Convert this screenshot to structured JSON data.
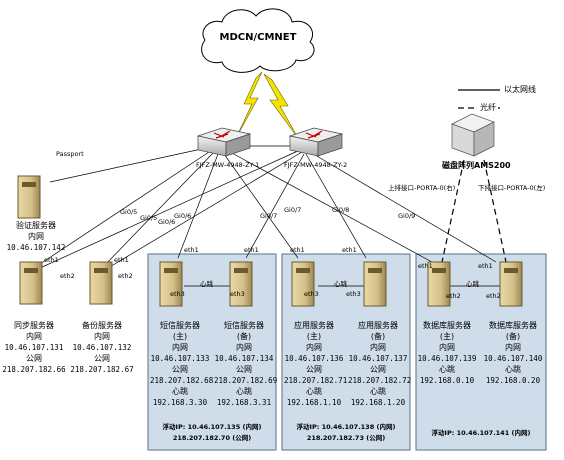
{
  "cloud": {
    "label": "MDCN/CMNET"
  },
  "legend": {
    "ethernet": "以太网线",
    "fiber": "光纤"
  },
  "switches": {
    "left": "FJFZ-MW-4948-ZY-1",
    "right": "FJFZ-MW-4948-ZY-2"
  },
  "storage": {
    "label": "磁盘阵列AMS200",
    "link_left": "上排接口-PORTA-0(右)",
    "link_right": "下排接口-PORTA-0(左)"
  },
  "auth_server": {
    "name": "验证服务器",
    "net": "内网",
    "ip": "10.46.107.142",
    "link_label": "Passport"
  },
  "sync_server": {
    "name": "同步服务器",
    "inner": "内网",
    "inner_ip": "10.46.107.131",
    "public": "公网",
    "public_ip": "218.207.182.66"
  },
  "backup_server": {
    "name": "备份服务器",
    "inner": "内网",
    "inner_ip": "10.46.107.132",
    "public": "公网",
    "public_ip": "218.207.182.67"
  },
  "sms_main": {
    "name": "短信服务器",
    "role": "(主)",
    "inner": "内网",
    "inner_ip": "10.46.107.133",
    "public": "公网",
    "public_ip": "218.207.182.68",
    "hb": "心跳",
    "hb_ip": "192.168.3.30"
  },
  "sms_backup": {
    "name": "短信服务器",
    "role": "(备)",
    "inner": "内网",
    "inner_ip": "10.46.107.134",
    "public": "公网",
    "public_ip": "218.207.182.69",
    "hb": "心跳",
    "hb_ip": "192.168.3.31"
  },
  "app_main": {
    "name": "应用服务器",
    "role": "(主)",
    "inner": "内网",
    "inner_ip": "10.46.107.136",
    "public": "公网",
    "public_ip": "218.207.182.71",
    "hb": "心跳",
    "hb_ip": "192.168.1.10"
  },
  "app_backup": {
    "name": "应用服务器",
    "role": "(备)",
    "inner": "内网",
    "inner_ip": "10.46.107.137",
    "public": "公网",
    "public_ip": "218.207.182.72",
    "hb": "心跳",
    "hb_ip": "192.168.1.20"
  },
  "db_main": {
    "name": "数据库服务器",
    "role": "(主)",
    "inner": "内网",
    "inner_ip": "10.46.107.139",
    "hb": "心跳",
    "hb_ip": "192.168.0.10"
  },
  "db_backup": {
    "name": "数据库服务器",
    "role": "(备)",
    "inner": "内网",
    "inner_ip": "10.46.107.140",
    "hb": "心跳",
    "hb_ip": "192.168.0.20"
  },
  "floating": {
    "sms_line1": "浮动IP: 10.46.107.135 (内网)",
    "sms_line2": "218.207.182.70 (公网)",
    "app_line1": "浮动IP: 10.46.107.138 (内网)",
    "app_line2": "218.207.182.73 (公网)",
    "db_line1": "浮动IP: 10.46.107.141 (内网)"
  },
  "ports": {
    "eth1": "eth1",
    "eth2": "eth2",
    "eth3": "eth3",
    "heartbeat": "心跳"
  },
  "gi_labels": [
    "Gi0/5",
    "Gi0/5",
    "Gi0/6",
    "Gi0/6",
    "Gi0/7",
    "Gi0/7",
    "Gi0/8",
    "Gi0/9"
  ]
}
